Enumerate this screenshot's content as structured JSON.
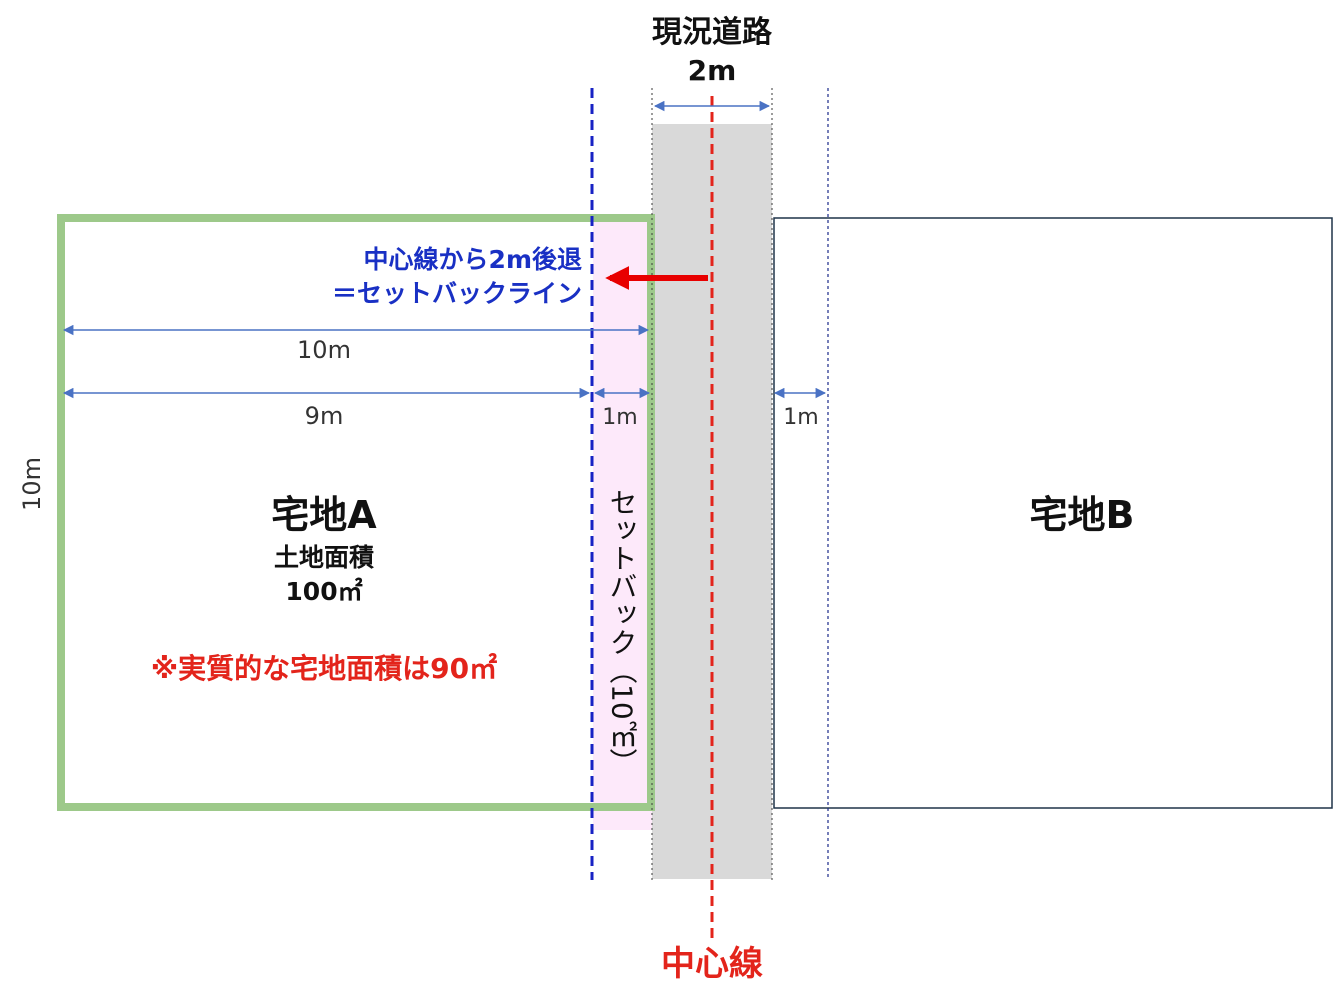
{
  "road": {
    "title": "現況道路",
    "width": "2m"
  },
  "setback_note": {
    "line1": "中心線から2m後退",
    "line2": "＝セットバックライン"
  },
  "dimensions": {
    "lot_a_width": "10m",
    "lot_a_effective_width": "9m",
    "setback_width": "1m",
    "lot_b_setback_width": "1m",
    "lot_a_depth": "10m"
  },
  "lot_a": {
    "name": "宅地A",
    "area_label": "土地面積",
    "area_value": "100㎡",
    "note": "※実質的な宅地面積は90㎡"
  },
  "setback_strip": {
    "label": "セットバック（10㎡）"
  },
  "lot_b": {
    "name": "宅地B"
  },
  "center_line": {
    "label": "中心線"
  },
  "colors": {
    "lot_a_border": "#9dc98a",
    "setback_fill": "#fde9fa",
    "road_fill": "#d9d9d9",
    "center_line": "#e3241b",
    "setback_line": "#1722c4",
    "dimension_arrow": "#4a72c4",
    "lot_b_border": "#1f3349",
    "setback_text": "#1930c4",
    "note_text": "#e3241b"
  }
}
